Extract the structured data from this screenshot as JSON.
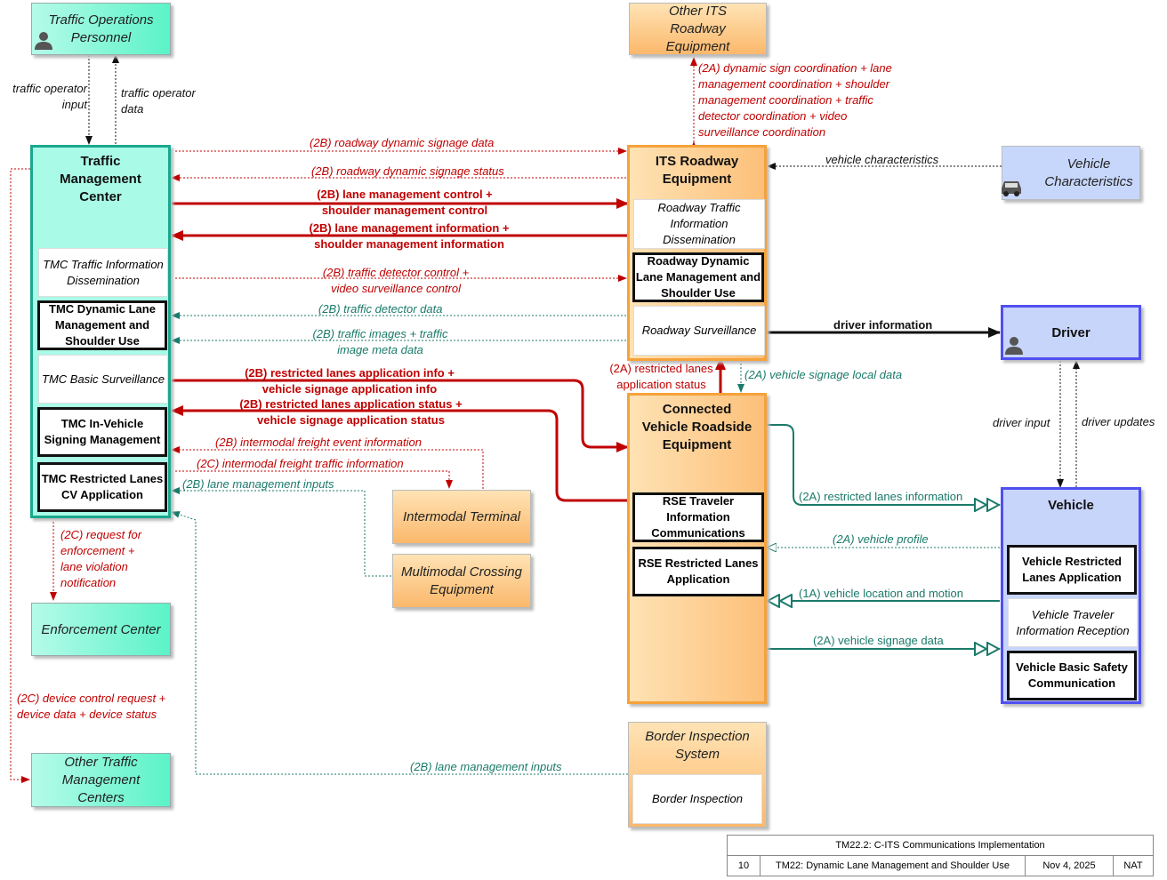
{
  "colors": {
    "red": "#c00000",
    "green": "#1a7a6a",
    "black": "#111111",
    "teal_border": "#1aa88d",
    "orange_border": "#f6a23a",
    "blue_border": "#5050f0"
  },
  "entities": {
    "traffic_ops": "Traffic Operations Personnel",
    "other_its": "Other ITS Roadway Equipment",
    "tmc": "Traffic Management Center",
    "its_roadway": "ITS Roadway Equipment",
    "vehicle_char": "Vehicle Characteristics",
    "driver": "Driver",
    "cv_roadside": "Connected Vehicle Roadside Equipment",
    "vehicle": "Vehicle",
    "intermodal_terminal": "Intermodal Terminal",
    "multimodal": "Multimodal Crossing Equipment",
    "enforcement": "Enforcement Center",
    "other_tmc": "Other Traffic Management Centers",
    "border": "Border Inspection System"
  },
  "tmc_subs": [
    "TMC Traffic Information Dissemination",
    "TMC Dynamic Lane Management and Shoulder Use",
    "TMC Basic Surveillance",
    "TMC In-Vehicle Signing Management",
    "TMC Restricted Lanes CV Application"
  ],
  "its_subs": [
    "Roadway Traffic Information Dissemination",
    "Roadway Dynamic Lane Management and Shoulder Use",
    "Roadway Surveillance"
  ],
  "cv_subs": [
    "RSE Traveler Information Communications",
    "RSE Restricted Lanes Application"
  ],
  "vehicle_subs": [
    "Vehicle Restricted Lanes Application",
    "Vehicle Traveler Information Reception",
    "Vehicle Basic Safety Communication"
  ],
  "border_subs": [
    "Border Inspection"
  ],
  "flows": {
    "operator_input": "traffic operator input",
    "operator_data": "traffic operator data",
    "dyn_sign_coord": "(2A) dynamic sign coordination + lane management coordination + shoulder management coordination + traffic detector coordination + video surveillance coordination",
    "sign_data": "(2B) roadway dynamic signage data",
    "sign_status": "(2B) roadway dynamic signage status",
    "lane_ctrl": "(2B) lane management control + shoulder management control",
    "lane_info": "(2B) lane management information + shoulder management information",
    "detector_ctrl": "(2B) traffic detector control + video surveillance control",
    "detector_data": "(2B) traffic detector data",
    "traffic_images": "(2B) traffic images + traffic image meta data",
    "vehicle_chars": "vehicle characteristics",
    "driver_info": "driver information",
    "rl_app_info": "(2B) restricted lanes application info + vehicle signage application info",
    "rl_app_status": "(2B) restricted lanes application status + vehicle signage application status",
    "rl_status_2a": "(2A) restricted lanes application status",
    "veh_sign_local": "(2A) vehicle signage local data",
    "freight_event": "(2B) intermodal freight event information",
    "freight_traffic": "(2C) intermodal freight traffic information",
    "lane_mgmt_inputs": "(2B) lane management inputs",
    "driver_input": "driver input",
    "driver_updates": "driver updates",
    "rl_info": "(2A) restricted lanes information",
    "veh_profile": "(2A) vehicle profile",
    "veh_loc": "(1A) vehicle location and motion",
    "veh_sign": "(2A) vehicle signage data",
    "enforcement_req": "(2C) request for enforcement + lane violation notification",
    "device_ctrl": "(2C) device control request + device data + device status",
    "lane_mgmt_inputs2": "(2B) lane management inputs"
  },
  "title_block": {
    "title": "TM22.2: C-ITS Communications Implementation",
    "num": "10",
    "name": "TM22: Dynamic Lane Management and Shoulder Use",
    "date": "Nov 4, 2025",
    "scope": "NAT"
  }
}
